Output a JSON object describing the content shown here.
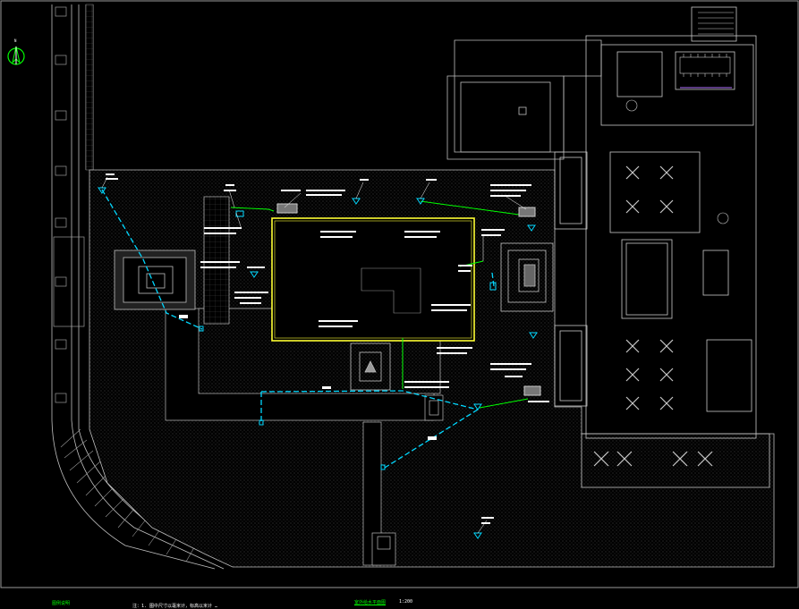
{
  "drawing": {
    "background": "#000000",
    "colors": {
      "linework": "#c8c8c8",
      "pipe_blue": "#00d8ff",
      "pipe_green": "#00ff00",
      "frame_yellow": "#ffff33",
      "white_text": "#ffffff",
      "hatch": "#7a7a7a"
    },
    "north_arrow_icon": "compass-north-icon",
    "footer": {
      "left_note": "图例说明",
      "middle_note": "注：1. 图中尺寸以毫米计，标高以米计 …",
      "title": "室外给水平面图",
      "scale": "1:200"
    }
  }
}
